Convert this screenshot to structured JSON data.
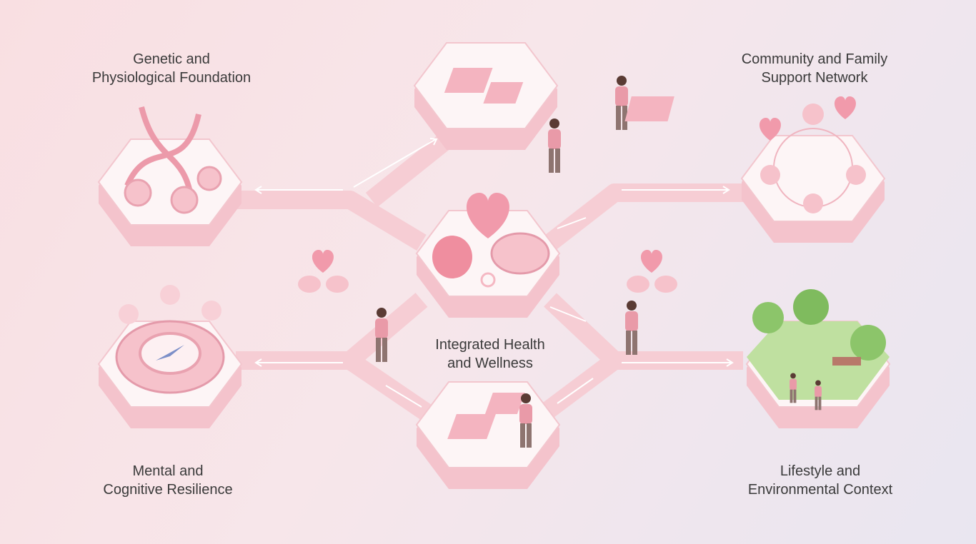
{
  "nodes": {
    "genetic": {
      "line1": "Genetic and",
      "line2": "Physiological Foundation"
    },
    "community": {
      "line1": "Community and Family",
      "line2": "Support Network"
    },
    "center": {
      "line1": "Integrated Health",
      "line2": "and Wellness"
    },
    "mental": {
      "line1": "Mental and",
      "line2": "Cognitive Resilience"
    },
    "lifestyle": {
      "line1": "Lifestyle and",
      "line2": "Environmental Context"
    }
  },
  "colors": {
    "accent": "#f2a5b3",
    "tile": "#fbeff1",
    "path": "#f6c9d1",
    "text": "#3a3a3a",
    "tree": "#8cc56a"
  }
}
